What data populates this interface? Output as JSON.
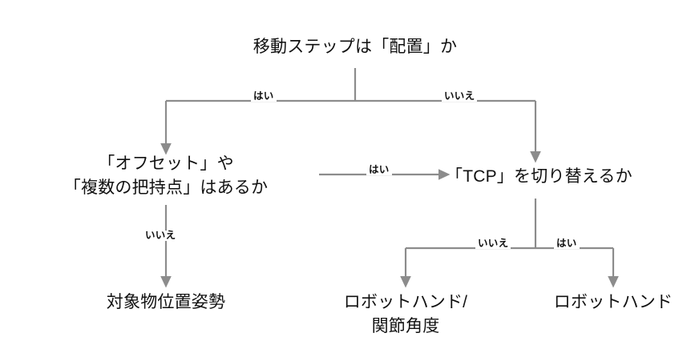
{
  "diagram": {
    "title": "移動ステップは「配置」か",
    "type": "decision-flowchart",
    "background_color": "#ffffff",
    "connector_color": "#8c8c8c",
    "text_color": "#111111",
    "nodes": {
      "root": {
        "label": "移動ステップは「配置」か",
        "lines": [
          "移動ステップは「配置」か"
        ]
      },
      "offset_question": {
        "lines": [
          "「オフセット」や",
          "「複数の把持点」はあるか"
        ]
      },
      "tcp_question": {
        "lines": [
          "「TCP」を切り替えるか"
        ]
      },
      "target_pose": {
        "lines": [
          "対象物位置姿勢"
        ]
      },
      "robot_hand_joint": {
        "lines": [
          "ロボットハンド/",
          "関節角度"
        ]
      },
      "robot_hand": {
        "lines": [
          "ロボットハンド"
        ]
      }
    },
    "edge_labels": {
      "root_yes": "はい",
      "root_no": "いいえ",
      "offset_yes": "はい",
      "offset_no": "いいえ",
      "tcp_no": "いいえ",
      "tcp_yes": "はい"
    }
  }
}
